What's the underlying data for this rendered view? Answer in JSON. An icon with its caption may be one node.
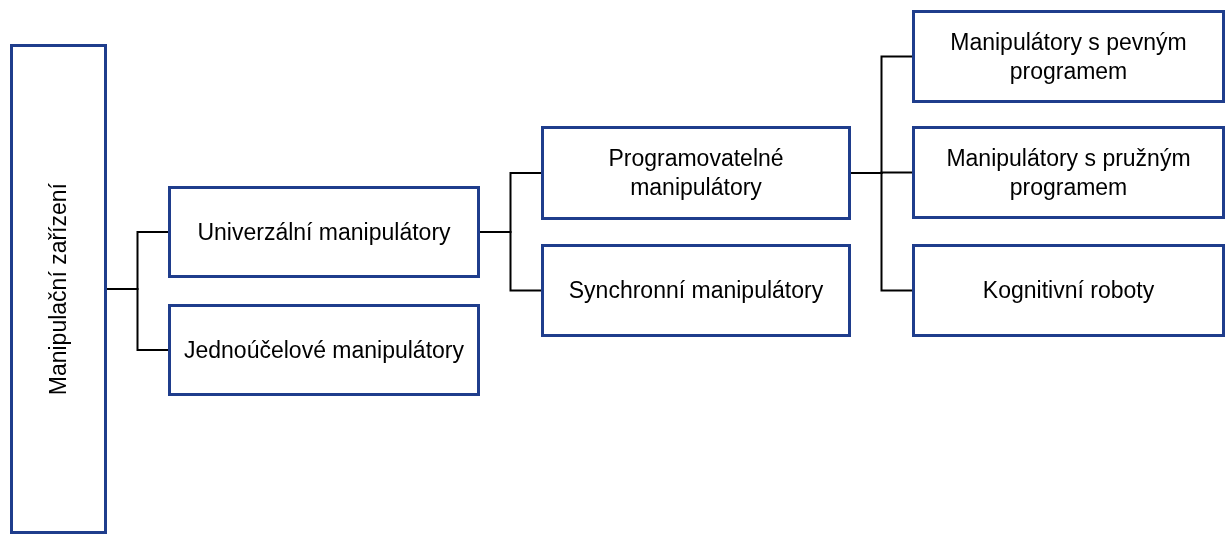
{
  "diagram": {
    "nodes": [
      {
        "text": [
          "Manipulační zařízení"
        ]
      },
      {
        "text": [
          "Univerzální manipulátory"
        ]
      },
      {
        "text": [
          "Jednoúčelové manipulátory"
        ]
      },
      {
        "text": [
          "Programovatelné manipulátory"
        ]
      },
      {
        "text": [
          "Synchronní manipulátory"
        ]
      },
      {
        "text": [
          "Manipulátory s pevným programem"
        ]
      },
      {
        "text": [
          "Manipulátory s pružným programem"
        ]
      },
      {
        "text": [
          "Kognitivní roboty"
        ]
      }
    ],
    "edges": [
      {
        "from": 0,
        "to": 1,
        "arrow": "none"
      },
      {
        "from": 0,
        "to": 2,
        "arrow": "none"
      },
      {
        "from": 1,
        "to": 3,
        "arrow": "none"
      },
      {
        "from": 1,
        "to": 4,
        "arrow": "none"
      },
      {
        "from": 3,
        "to": 5,
        "arrow": "none"
      },
      {
        "from": 3,
        "to": 6,
        "arrow": "none"
      },
      {
        "from": 3,
        "to": 7,
        "arrow": "none"
      }
    ]
  }
}
